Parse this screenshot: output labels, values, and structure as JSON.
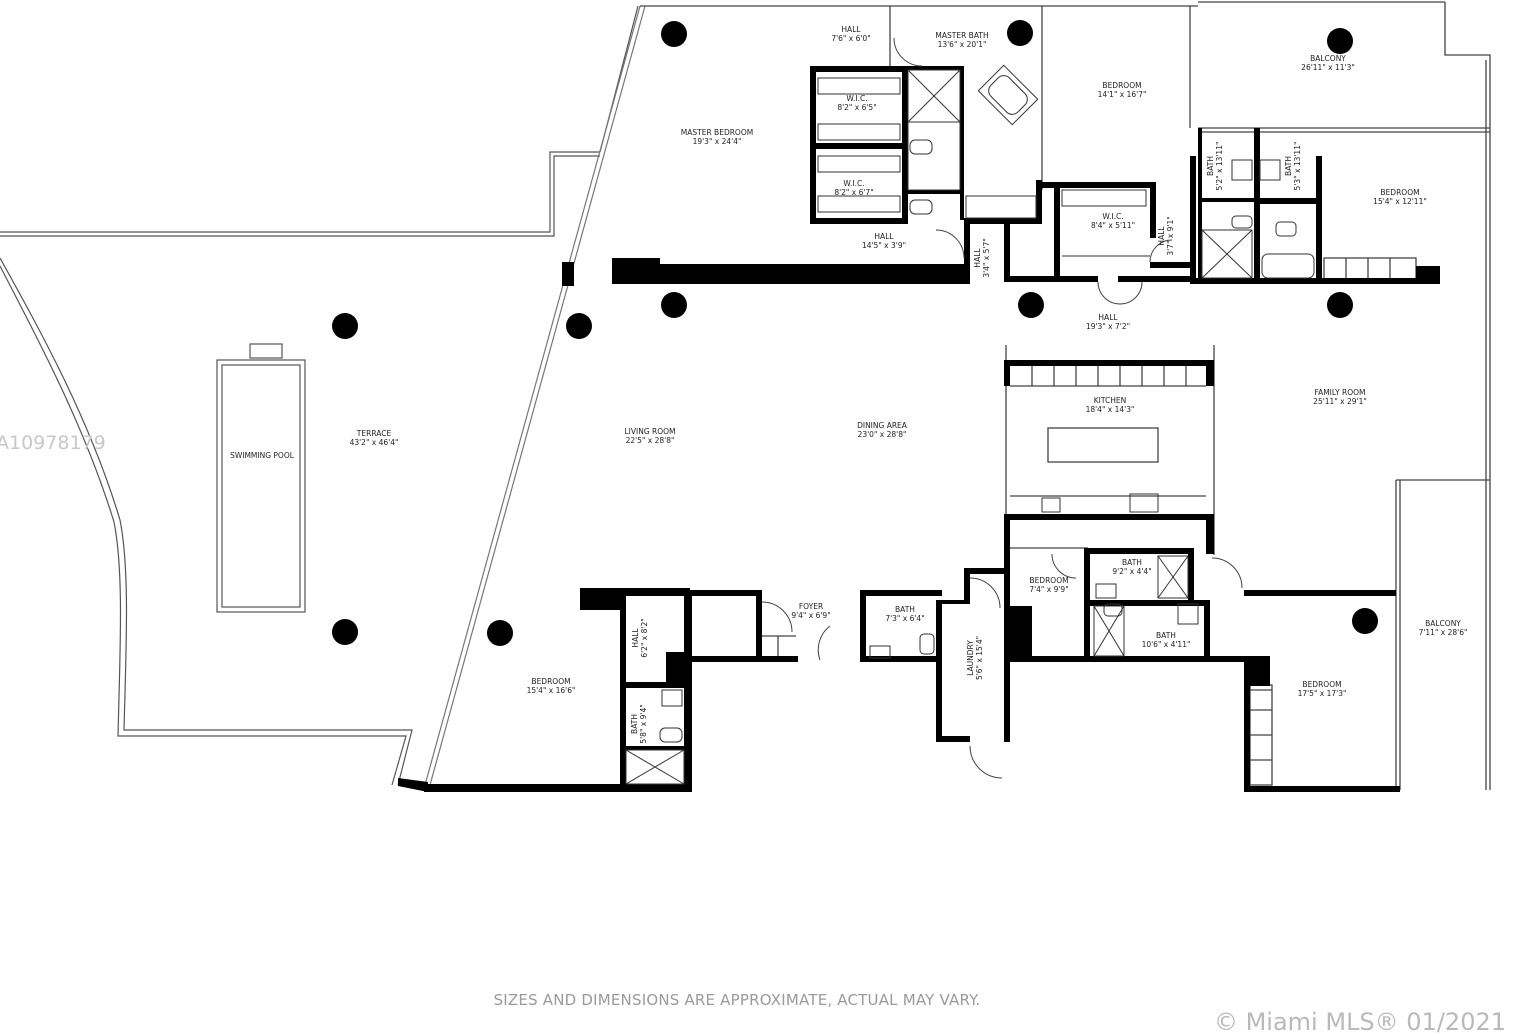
{
  "watermark_id": "A10978179",
  "disclaimer": "SIZES AND DIMENSIONS ARE APPROXIMATE, ACTUAL MAY VARY.",
  "mls_mark": "© Miami MLS® 01/2021",
  "rooms": {
    "hall_top": {
      "name": "HALL",
      "dim": "7'6\" x 6'0\""
    },
    "master_bath": {
      "name": "MASTER BATH",
      "dim": "13'6\" x 20'1\""
    },
    "bedroom_ne": {
      "name": "BEDROOM",
      "dim": "14'1\" x 16'7\""
    },
    "balcony_top": {
      "name": "BALCONY",
      "dim": "26'11\" x 11'3\""
    },
    "wic_1": {
      "name": "W.I.C.",
      "dim": "8'2\" x 6'5\""
    },
    "master_bedroom": {
      "name": "MASTER BEDROOM",
      "dim": "19'3\" x 24'4\""
    },
    "wic_2": {
      "name": "W.I.C.",
      "dim": "8'2\" x 6'7\""
    },
    "hall_master": {
      "name": "HALL",
      "dim": "14'5\" x 3'9\""
    },
    "hall_narrow": {
      "name": "HALL",
      "dim": "3'4\" x 5'7\""
    },
    "wic_3": {
      "name": "W.I.C.",
      "dim": "8'4\" x 5'11\""
    },
    "hall_vert": {
      "name": "HALL",
      "dim": "3'7\" x 9'1\""
    },
    "bath_a": {
      "name": "BATH",
      "dim": "5'2\" x 13'11\""
    },
    "bath_b": {
      "name": "BATH",
      "dim": "5'3\" x 13'11\""
    },
    "bedroom_east": {
      "name": "BEDROOM",
      "dim": "15'4\" x 12'11\""
    },
    "hall_mid": {
      "name": "HALL",
      "dim": "19'3\" x 7'2\""
    },
    "family_room": {
      "name": "FAMILY ROOM",
      "dim": "25'11\" x 29'1\""
    },
    "kitchen": {
      "name": "KITCHEN",
      "dim": "18'4\" x 14'3\""
    },
    "terrace": {
      "name": "TERRACE",
      "dim": "43'2\" x 46'4\""
    },
    "swimming_pool": {
      "name": "SWIMMING POOL",
      "dim": ""
    },
    "living_room": {
      "name": "LIVING ROOM",
      "dim": "22'5\" x 28'8\""
    },
    "dining_area": {
      "name": "DINING AREA",
      "dim": "23'0\" x 28'8\""
    },
    "bedroom_sw": {
      "name": "BEDROOM",
      "dim": "15'4\" x 16'6\""
    },
    "hall_sw": {
      "name": "HALL",
      "dim": "6'2\" x 8'2\""
    },
    "bath_sw": {
      "name": "BATH",
      "dim": "5'8\" x 9'4\""
    },
    "foyer": {
      "name": "FOYER",
      "dim": "9'4\" x 6'9\""
    },
    "bath_foyer": {
      "name": "BATH",
      "dim": "7'3\" x 6'4\""
    },
    "laundry": {
      "name": "LAUNDRY",
      "dim": "5'6\" x 15'4\""
    },
    "bedroom_small": {
      "name": "BEDROOM",
      "dim": "7'4\" x 9'9\""
    },
    "bath_c": {
      "name": "BATH",
      "dim": "9'2\" x 4'4\""
    },
    "bath_d": {
      "name": "BATH",
      "dim": "10'6\" x 4'11\""
    },
    "bedroom_se": {
      "name": "BEDROOM",
      "dim": "17'5\" x 17'3\""
    },
    "balcony_east": {
      "name": "BALCONY",
      "dim": "7'11\" x 28'6\""
    }
  }
}
